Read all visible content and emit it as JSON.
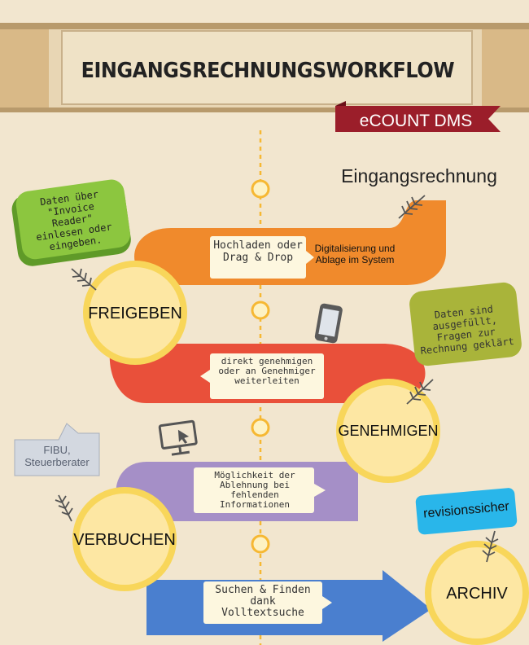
{
  "header": {
    "title": "EINGANGSRECHNUNGSWORKFLOW",
    "brand": "eCOUNT DMS"
  },
  "start": {
    "label": "Eingangsrechnung"
  },
  "stages": {
    "freigeben": "FREIGEBEN",
    "genehmigen": "GENEHMIGEN",
    "verbuchen": "VERBUCHEN",
    "archiv": "ARCHIV"
  },
  "orange_band": {
    "box_text": "Hochladen oder Drag & Drop",
    "side_text": "Digitalisierung und Ablage im System"
  },
  "red_band": {
    "box_text": "direkt genehmigen oder an Genehmiger weiterleiten"
  },
  "purple_band": {
    "box_text": "Möglichkeit der Ablehnung bei fehlenden Informationen"
  },
  "blue_band": {
    "box_text": "Suchen & Finden dank Volltextsuche"
  },
  "notes": {
    "green": "Daten über \"Invoice Reader\" einlesen oder eingeben.",
    "olive": "Daten sind ausgefüllt, Fragen zur Rechnung geklärt",
    "fibu": "FIBU, Steuerberater",
    "blue": "revisionssicher"
  },
  "colors": {
    "background": "#f2e6cf",
    "orange": "#f08a2c",
    "red": "#e9503a",
    "purple": "#a58fc7",
    "blue": "#4a7fcf",
    "circle": "#fde7a3",
    "circle_ring": "#f8d65a",
    "banner": "#9b1e2a",
    "green_note": "#7ab536",
    "olive_note": "#a9b43a",
    "cyan_note": "#29b6ea"
  },
  "icons": [
    "phone-icon",
    "monitor-icon",
    "leaf-icon"
  ]
}
